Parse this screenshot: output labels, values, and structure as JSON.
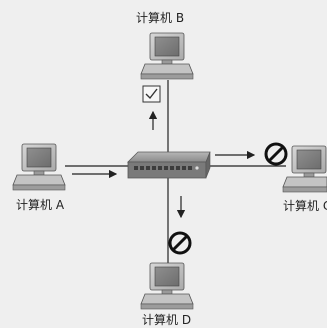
{
  "diagram": {
    "computers": [
      {
        "id": "A",
        "label": "计算机 A"
      },
      {
        "id": "B",
        "label": "计算机 B"
      },
      {
        "id": "C",
        "label": "计算机 C"
      },
      {
        "id": "D",
        "label": "计算机 D"
      }
    ],
    "device": {
      "icon": "switch-icon"
    },
    "destinations": [
      {
        "target": "B",
        "status": "delivered",
        "icon": "checkmark-icon"
      },
      {
        "target": "C",
        "status": "blocked",
        "icon": "prohibited-icon"
      },
      {
        "target": "D",
        "status": "blocked",
        "icon": "prohibited-icon"
      }
    ],
    "colors": {
      "line": "#222222",
      "device_body": "#8c8c8c",
      "background": "#efefef"
    }
  }
}
